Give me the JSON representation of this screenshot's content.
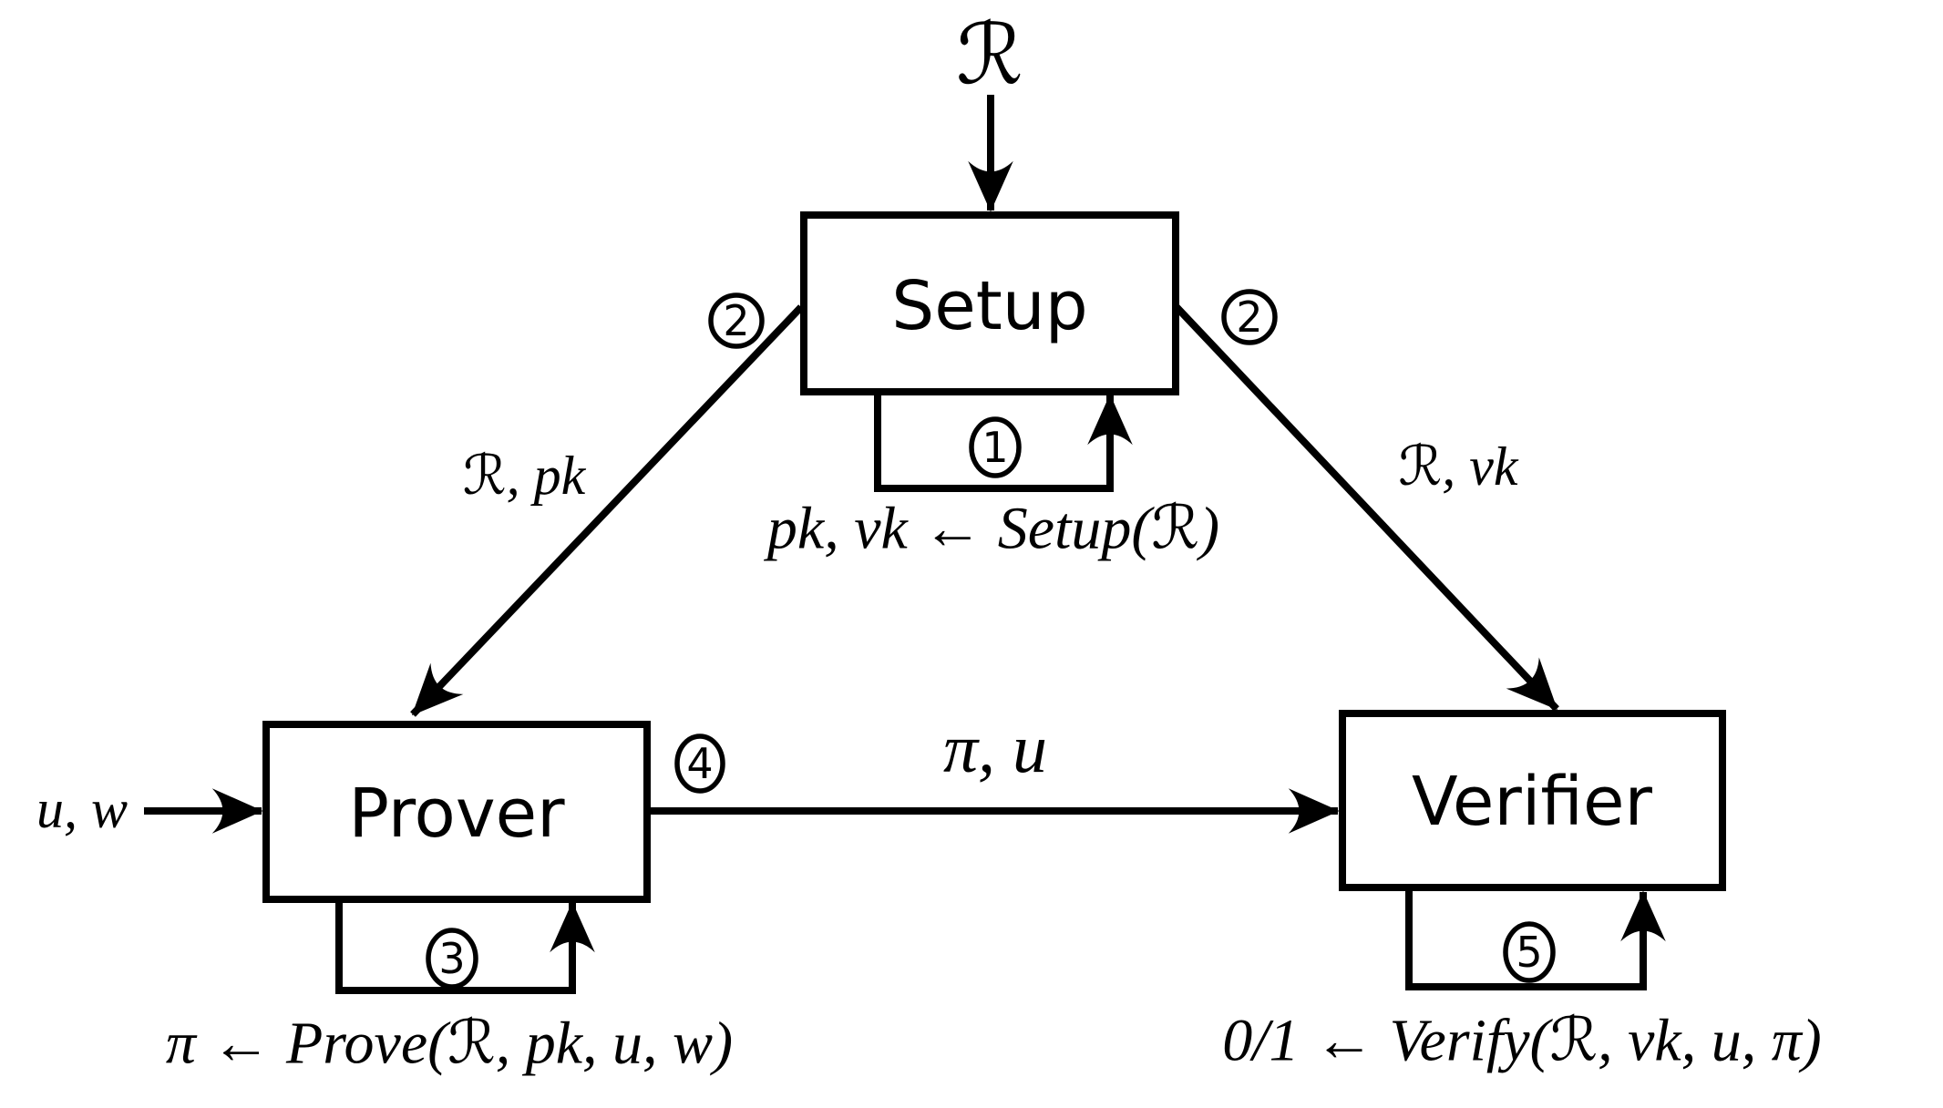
{
  "diagram": {
    "nodes": {
      "setup": "Setup",
      "prover": "Prover",
      "verifier": "Verifier"
    },
    "inputs": {
      "relation": "ℛ",
      "prover_inputs": "u, w"
    },
    "edges": {
      "setup_to_prover": "ℛ, pk",
      "setup_to_verifier": "ℛ, vk",
      "prover_to_verifier": "π, u"
    },
    "formulas": {
      "setup": "pk, vk ← Setup(ℛ)",
      "prove": "π ← Prove(ℛ, pk, u, w)",
      "verify": "0/1 ← Verify(ℛ, vk, u, π)"
    },
    "steps": {
      "s1": "1",
      "s2": "2",
      "s3": "3",
      "s4": "4",
      "s5": "5"
    },
    "colors": {
      "ink": "#000000",
      "background": "#ffffff"
    }
  }
}
